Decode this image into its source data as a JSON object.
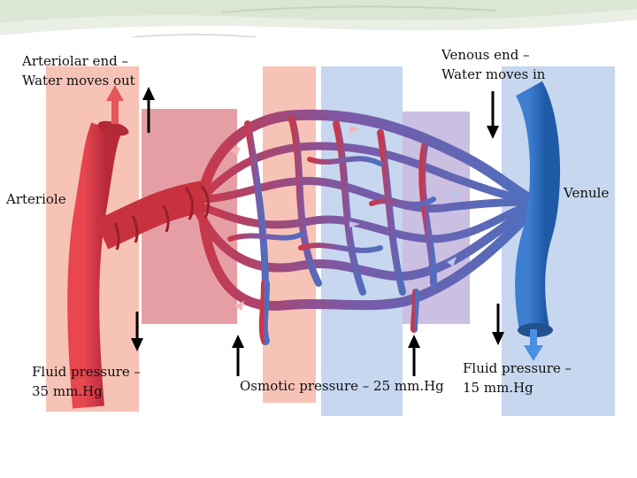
{
  "labels": {
    "arteriolar_end": "Arteriolar end –\nWater moves out",
    "venous_end": "Venous end –\nWater moves in",
    "arteriole": "Arteriole",
    "venule": "Venule",
    "fluid_pressure_left": "Fluid pressure –\n35 mm.Hg",
    "osmotic_pressure": "Osmotic pressure – 25 mm.Hg",
    "fluid_pressure_right": "Fluid pressure –\n15 mm.Hg"
  },
  "colors": {
    "arteriole": "#d9363f",
    "venule": "#2f6fbf",
    "capillary_mid": "#6e58a6",
    "tissue_pink": "#f7c1b5",
    "tissue_blue": "#c3d5ee",
    "tissue_rose": "#e49ba3",
    "tissue_lavender": "#c7bde0"
  }
}
